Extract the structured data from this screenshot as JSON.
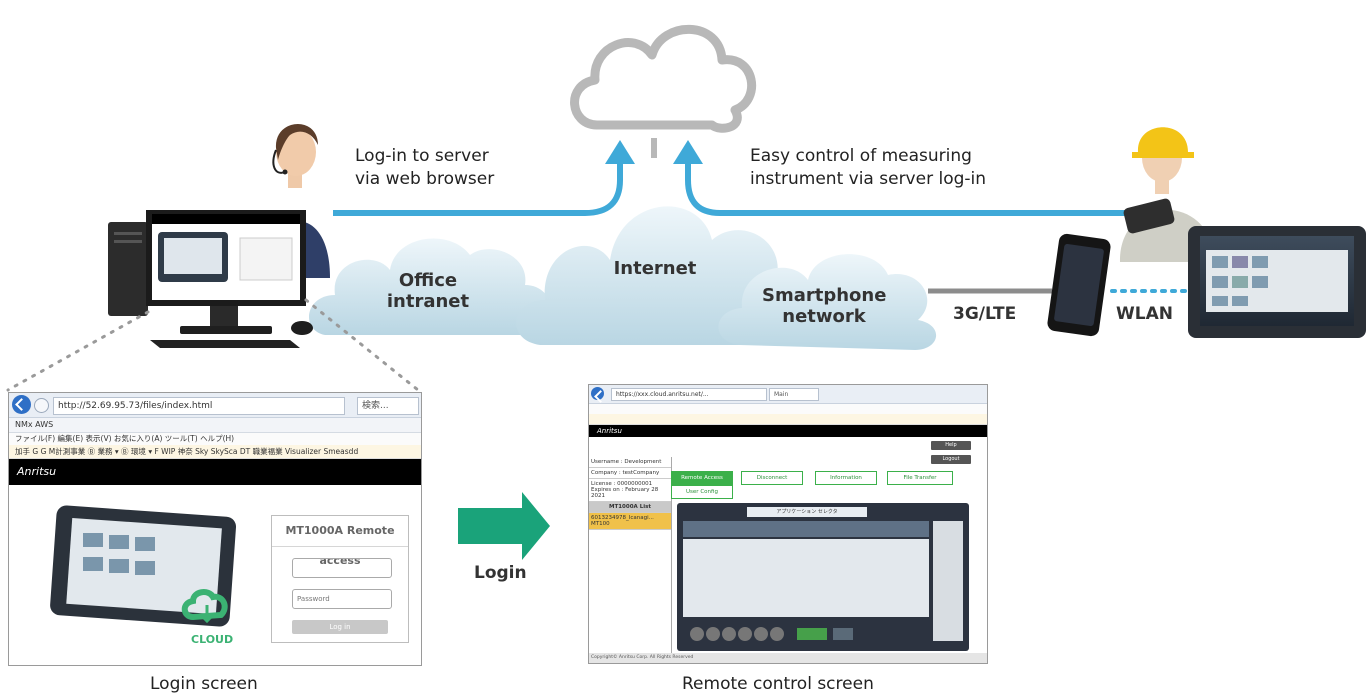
{
  "labels": {
    "login_server": [
      "Log-in to server",
      "via web browser"
    ],
    "easy_control": [
      "Easy control of measuring",
      "instrument via server log-in"
    ],
    "office_intranet": [
      "Office",
      "intranet"
    ],
    "internet": "Internet",
    "smartphone_network": [
      "Smartphone",
      "network"
    ],
    "conn_3g": "3G/LTE",
    "conn_wlan": "WLAN",
    "login_arrow": "Login",
    "login_screen": "Login screen",
    "remote_screen": "Remote control screen"
  },
  "colors": {
    "link_line": "#3fa9d8",
    "cloud_outline": "#b8b8b8",
    "cloud_fill": "#cfe4ee",
    "arrow_green": "#1aa37a",
    "cloud_logo_green": "#3bb273"
  },
  "login_browser": {
    "address": "http://52.69.95.73/files/index.html",
    "search": "検索...",
    "tab": "NMx AWS",
    "menu": "ファイル(F)   編集(E)   表示(V)   お気に入り(A)   ツール(T)   ヘルプ(H)",
    "favorites": "加手 G G M計測事業 Ⓑ 業務 ▾ Ⓑ 環境 ▾ F WIP 神奈 Sky SkySca DT 職業福業 Visualizer Smeasdd",
    "brand": "Anritsu",
    "panel_title": "MT1000A Remote access",
    "password_placeholder": "Password",
    "login_button": "Log in",
    "cloud_logo_text": "CLOUD"
  },
  "remote_browser": {
    "address": "https://xxx.cloud.anritsu.net/...",
    "tab": "Main",
    "brand": "Anritsu",
    "username": "Username : Development",
    "company": "Company : testCompany",
    "license": "License : 0000000001",
    "expires": "Expires on : February 28 2021",
    "list_title": "MT1000A List",
    "list_item": "6013234978_Icanagi... MT100",
    "help": "Help",
    "logout": "Logout",
    "buttons": [
      "Remote Access",
      "Disconnect",
      "Information",
      "File Transfer"
    ],
    "user_config": "User Config",
    "instrument_title": "アプリケーション セレクタ",
    "status_bar": "Copyright© Anritsu Corp. All Rights Reserved"
  }
}
